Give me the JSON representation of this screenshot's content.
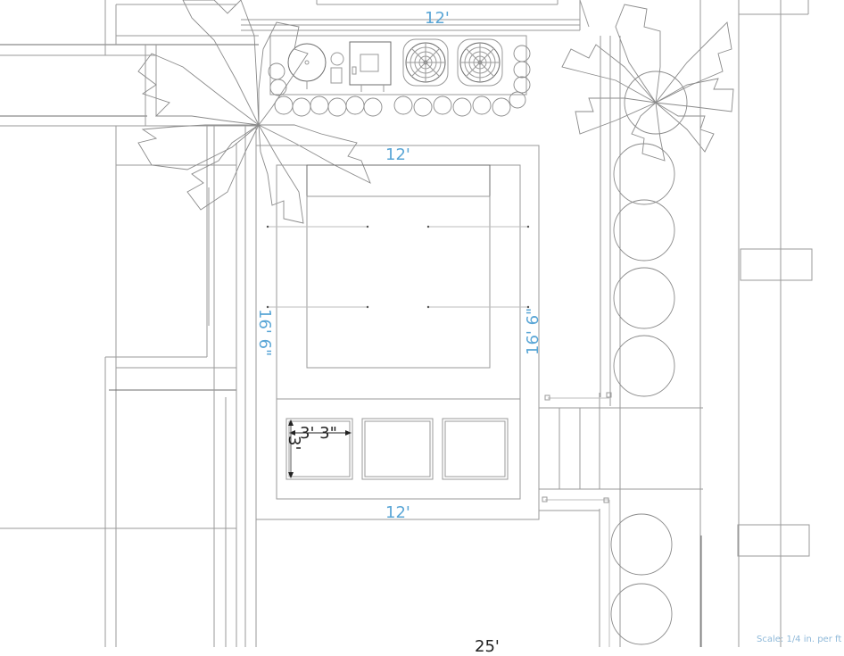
{
  "drawing": {
    "type": "landscape floor plan",
    "line_color": "#9a9a9a",
    "dimension_color": "#5aa6d6"
  },
  "dimensions": {
    "top_equipment_width": "12'",
    "pad_top_width": "12'",
    "pad_left_height": "16' 6\"",
    "pad_right_height": "16' 6\"",
    "pad_bottom_width": "12'",
    "paver_width": "3' 3\"",
    "paver_height": "3'",
    "bottom_partial": "25'"
  },
  "equipment": {
    "items": [
      {
        "name": "pool-filter",
        "shape": "circle"
      },
      {
        "name": "pump",
        "shape": "small-assembly"
      },
      {
        "name": "heater",
        "shape": "box"
      },
      {
        "name": "ac-condenser-1",
        "shape": "fan-unit"
      },
      {
        "name": "ac-condenser-2",
        "shape": "fan-unit"
      }
    ]
  },
  "pavers": {
    "count": 3
  },
  "shrubs": {
    "right_column_count": 4,
    "right_lower_count": 2
  },
  "footer": {
    "scale_label": "Scale: 1/4 in. per ft"
  }
}
